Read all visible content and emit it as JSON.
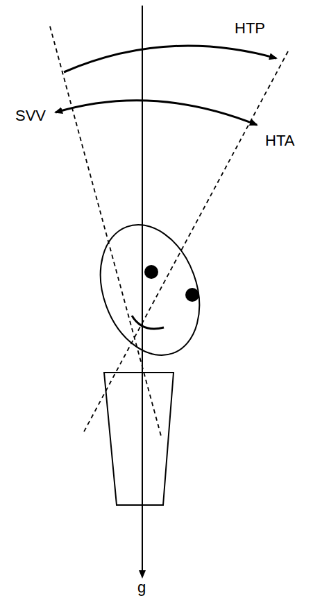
{
  "diagram": {
    "labels": [
      "HTP",
      "SVV",
      "HTA",
      "g"
    ]
  }
}
